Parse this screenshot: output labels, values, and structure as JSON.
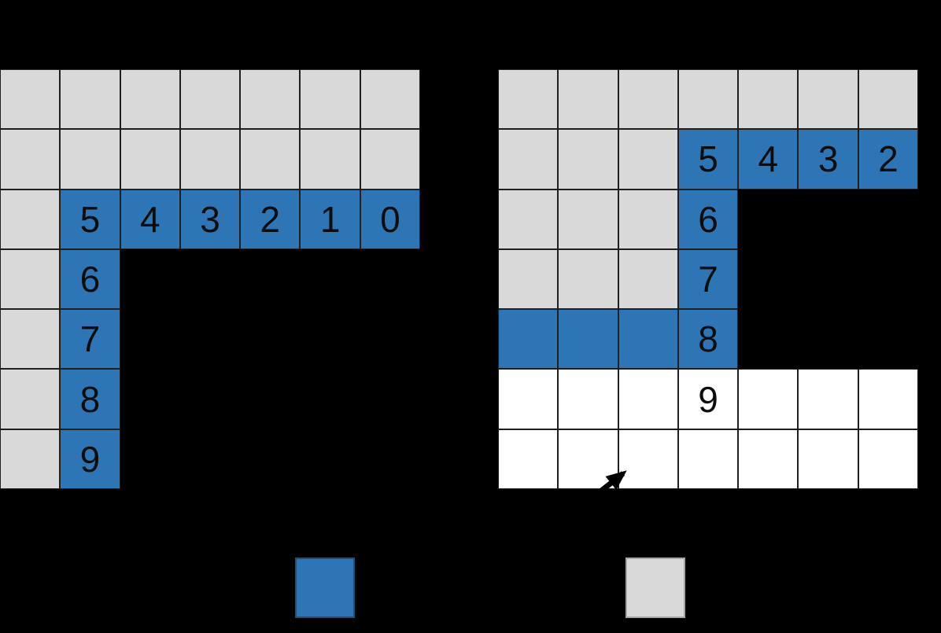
{
  "colors": {
    "background": "#000000",
    "blue": "#2E75B6",
    "gray": "#D9D9D9",
    "white": "#FFFFFF",
    "border": "#1F1F1F",
    "digit": "#0D0D0D",
    "arrow": "#000000",
    "blue_swatch_border": "#1F4E79",
    "gray_swatch_border": "#A6A6A6"
  },
  "left_grid": {
    "rows": [
      [
        {
          "type": "gray",
          "label": ""
        },
        {
          "type": "gray",
          "label": ""
        },
        {
          "type": "gray",
          "label": ""
        },
        {
          "type": "gray",
          "label": ""
        },
        {
          "type": "gray",
          "label": ""
        },
        {
          "type": "gray",
          "label": ""
        },
        {
          "type": "gray",
          "label": ""
        }
      ],
      [
        {
          "type": "gray",
          "label": ""
        },
        {
          "type": "gray",
          "label": ""
        },
        {
          "type": "gray",
          "label": ""
        },
        {
          "type": "gray",
          "label": ""
        },
        {
          "type": "gray",
          "label": ""
        },
        {
          "type": "gray",
          "label": ""
        },
        {
          "type": "gray",
          "label": ""
        }
      ],
      [
        {
          "type": "gray",
          "label": ""
        },
        {
          "type": "blue",
          "label": "5"
        },
        {
          "type": "blue",
          "label": "4"
        },
        {
          "type": "blue",
          "label": "3"
        },
        {
          "type": "blue",
          "label": "2"
        },
        {
          "type": "blue",
          "label": "1"
        },
        {
          "type": "blue",
          "label": "0"
        }
      ],
      [
        {
          "type": "gray",
          "label": ""
        },
        {
          "type": "blue",
          "label": "6"
        },
        {
          "type": "empty",
          "label": ""
        },
        {
          "type": "empty",
          "label": ""
        },
        {
          "type": "empty",
          "label": ""
        },
        {
          "type": "empty",
          "label": ""
        },
        {
          "type": "empty",
          "label": ""
        }
      ],
      [
        {
          "type": "gray",
          "label": ""
        },
        {
          "type": "blue",
          "label": "7"
        },
        {
          "type": "empty",
          "label": ""
        },
        {
          "type": "empty",
          "label": ""
        },
        {
          "type": "empty",
          "label": ""
        },
        {
          "type": "empty",
          "label": ""
        },
        {
          "type": "empty",
          "label": ""
        }
      ],
      [
        {
          "type": "gray",
          "label": ""
        },
        {
          "type": "blue",
          "label": "8"
        },
        {
          "type": "empty",
          "label": ""
        },
        {
          "type": "empty",
          "label": ""
        },
        {
          "type": "empty",
          "label": ""
        },
        {
          "type": "empty",
          "label": ""
        },
        {
          "type": "empty",
          "label": ""
        }
      ],
      [
        {
          "type": "gray",
          "label": ""
        },
        {
          "type": "blue",
          "label": "9"
        },
        {
          "type": "empty",
          "label": ""
        },
        {
          "type": "empty",
          "label": ""
        },
        {
          "type": "empty",
          "label": ""
        },
        {
          "type": "empty",
          "label": ""
        },
        {
          "type": "empty",
          "label": ""
        }
      ]
    ]
  },
  "right_grid": {
    "rows": [
      [
        {
          "type": "gray",
          "label": ""
        },
        {
          "type": "gray",
          "label": ""
        },
        {
          "type": "gray",
          "label": ""
        },
        {
          "type": "gray",
          "label": ""
        },
        {
          "type": "gray",
          "label": ""
        },
        {
          "type": "gray",
          "label": ""
        },
        {
          "type": "gray",
          "label": ""
        }
      ],
      [
        {
          "type": "gray",
          "label": ""
        },
        {
          "type": "gray",
          "label": ""
        },
        {
          "type": "gray",
          "label": ""
        },
        {
          "type": "blue",
          "label": "5"
        },
        {
          "type": "blue",
          "label": "4"
        },
        {
          "type": "blue",
          "label": "3"
        },
        {
          "type": "blue",
          "label": "2"
        }
      ],
      [
        {
          "type": "gray",
          "label": ""
        },
        {
          "type": "gray",
          "label": ""
        },
        {
          "type": "gray",
          "label": ""
        },
        {
          "type": "blue",
          "label": "6"
        },
        {
          "type": "empty",
          "label": ""
        },
        {
          "type": "empty",
          "label": ""
        },
        {
          "type": "empty",
          "label": ""
        }
      ],
      [
        {
          "type": "gray",
          "label": ""
        },
        {
          "type": "gray",
          "label": ""
        },
        {
          "type": "gray",
          "label": ""
        },
        {
          "type": "blue",
          "label": "7"
        },
        {
          "type": "empty",
          "label": ""
        },
        {
          "type": "empty",
          "label": ""
        },
        {
          "type": "empty",
          "label": ""
        }
      ],
      [
        {
          "type": "blue",
          "label": ""
        },
        {
          "type": "blue",
          "label": ""
        },
        {
          "type": "blue",
          "label": ""
        },
        {
          "type": "blue",
          "label": "8"
        },
        {
          "type": "empty",
          "label": ""
        },
        {
          "type": "empty",
          "label": ""
        },
        {
          "type": "empty",
          "label": ""
        }
      ],
      [
        {
          "type": "white",
          "label": ""
        },
        {
          "type": "white",
          "label": ""
        },
        {
          "type": "white",
          "label": ""
        },
        {
          "type": "white",
          "label": "9"
        },
        {
          "type": "white",
          "label": ""
        },
        {
          "type": "white",
          "label": ""
        },
        {
          "type": "white",
          "label": ""
        }
      ],
      [
        {
          "type": "white",
          "label": ""
        },
        {
          "type": "white",
          "label": ""
        },
        {
          "type": "white",
          "label": ""
        },
        {
          "type": "white",
          "label": ""
        },
        {
          "type": "white",
          "label": ""
        },
        {
          "type": "white",
          "label": ""
        },
        {
          "type": "white",
          "label": ""
        }
      ]
    ]
  },
  "legend": {
    "swatches": [
      {
        "id": "blue"
      },
      {
        "id": "gray"
      }
    ]
  }
}
